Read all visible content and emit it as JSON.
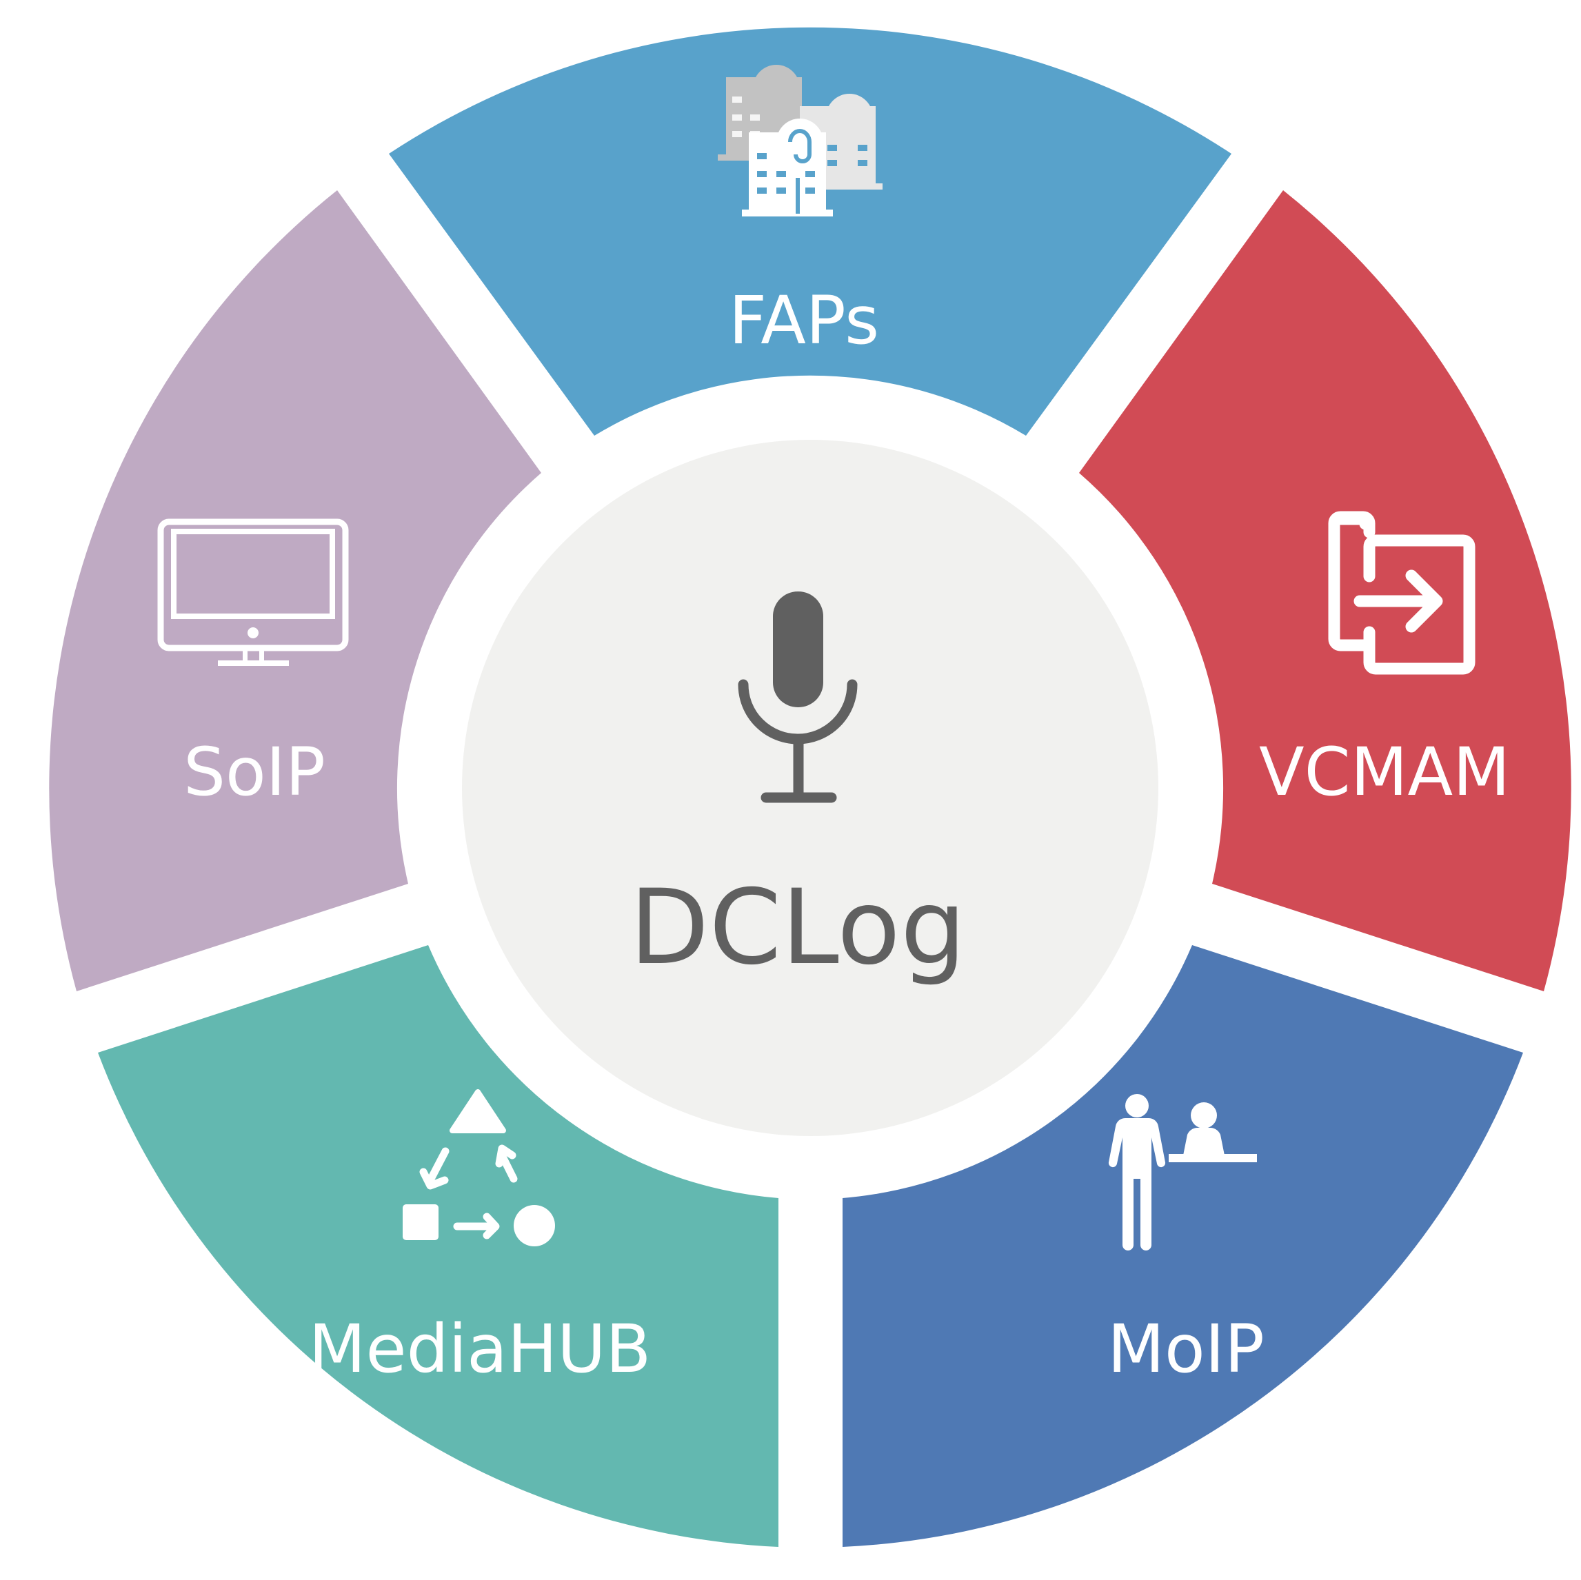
{
  "diagram": {
    "center": {
      "label": "DCLog",
      "icon": "microphone-icon",
      "fill_color": "#f1f1ef",
      "text_color": "#606060"
    },
    "segments": [
      {
        "key": "faps",
        "label": "FAPs",
        "icon": "call-center-buildings-icon",
        "color": "#58a2cb"
      },
      {
        "key": "vcmam",
        "label": "VCMAM",
        "icon": "window-transfer-icon",
        "color": "#d14b55"
      },
      {
        "key": "moip",
        "label": "MoIP",
        "icon": "person-at-desk-icon",
        "color": "#4f79b4"
      },
      {
        "key": "mediahub",
        "label": "MediaHUB",
        "icon": "process-cycle-icon",
        "color": "#63b8b0"
      },
      {
        "key": "soip",
        "label": "SoIP",
        "icon": "monitor-icon",
        "color": "#bfaac3"
      }
    ]
  }
}
